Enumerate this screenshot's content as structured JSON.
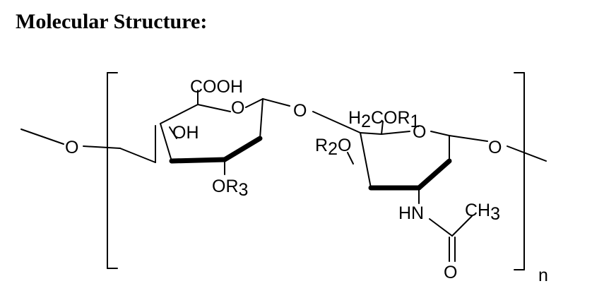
{
  "heading": "Molecular Structure:",
  "structure": {
    "cooh": "COOH",
    "ring1_o": "O",
    "oh": "OH",
    "or3_o": "OR",
    "or3_sub": "3",
    "bridge_o": "O",
    "left_link_o": "O",
    "ch2or1_h": "H",
    "ch2or1_sub2": "2",
    "ch2or1_cor": "COR",
    "ch2or1_sub1": "1",
    "ring2_o": "O",
    "r2o_r": "R",
    "r2o_sub": "2",
    "r2o_o": "O",
    "right_link_o": "O",
    "hn": "HN",
    "ch3": "CH",
    "ch3_sub": "3",
    "carbonyl_o": "O",
    "repeat_n": "n"
  },
  "colors": {
    "ink": "#000000",
    "background": "#ffffff"
  }
}
